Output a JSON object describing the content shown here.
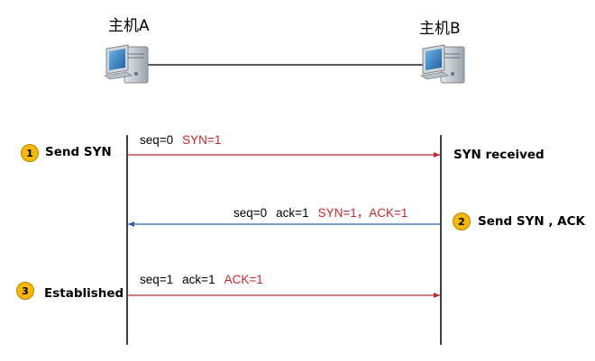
{
  "hosts": {
    "a_label": "主机A",
    "b_label": "主机B"
  },
  "steps": [
    {
      "number": "1",
      "label": "Send SYN"
    },
    {
      "number": "2",
      "label": "Send SYN , ACK"
    },
    {
      "number": "3",
      "label": "Established"
    }
  ],
  "side_status": {
    "syn_received": "SYN received"
  },
  "messages": [
    {
      "seq": "seq=0",
      "ack": "",
      "flags": "SYN=1",
      "direction": "A to B"
    },
    {
      "seq": "seq=0",
      "ack": "ack=1",
      "flags": "SYN=1，ACK=1",
      "direction": "B to A"
    },
    {
      "seq": "seq=1",
      "ack": "ack=1",
      "flags": "ACK=1",
      "direction": "A to B"
    }
  ],
  "colors": {
    "forward_arrow": "#c0272d",
    "backward_arrow": "#2e63a8",
    "flag_text": "#c0272d",
    "badge_fill": "#f5b800"
  },
  "icons": {
    "host_a": "computer-icon",
    "host_b": "computer-icon"
  }
}
